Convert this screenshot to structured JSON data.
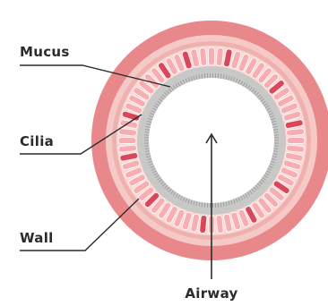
{
  "labels": {
    "mucus": "Mucus",
    "cilia": "Cilia",
    "wall": "Wall",
    "airway": "Airway"
  },
  "colors": {
    "outer_wall": "#e8888a",
    "wall_light": "#f5c9c6",
    "wall_mid": "#efb1ae",
    "cell_fill": "#f6aeb3",
    "cell_accent": "#d9475a",
    "cell_stroke": "#ffffff",
    "mucus": "#c8c8c6",
    "cilia": "#9a9a9a",
    "lumen": "#ffffff",
    "leader": "#2b2b2b"
  }
}
